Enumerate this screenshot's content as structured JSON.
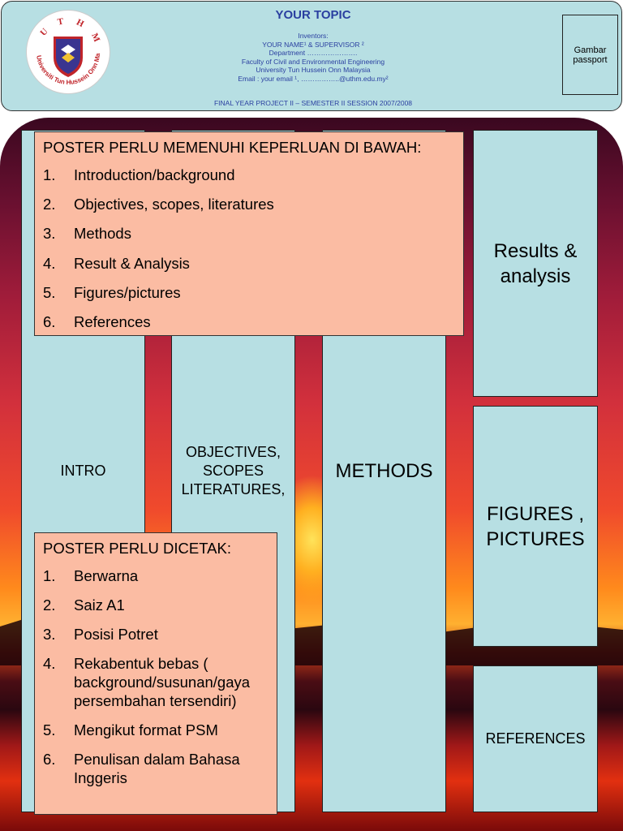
{
  "header": {
    "title": "YOUR TOPIC",
    "inventors_label": "Inventors:",
    "names": "YOUR NAME¹ & SUPERVISOR ²",
    "department": "Department ………………….",
    "faculty": "Faculty of Civil and Environmental Engineering",
    "university": "University Tun Hussein Onn Malaysia",
    "email": "Email : your email ¹, ……………..@uthm.edu.my²",
    "session": "FINAL YEAR PROJECT II – SEMESTER II SESSION 2007/2008",
    "photo_label": "Gambar passport",
    "logo": {
      "letters": "U T H M",
      "arc_text": "Universiti Tun Hussein Onn Malaysia",
      "colors": {
        "shield": "#3a3590",
        "trim": "#c0242a"
      }
    }
  },
  "sections": {
    "intro": "INTRO",
    "objectives": "OBJECTIVES, SCOPES LITERATURES,",
    "methods": "METHODS",
    "results": "Results & analysis",
    "figures": "FIGURES , PICTURES",
    "references": "REFERENCES"
  },
  "requirements": {
    "heading": "POSTER PERLU MEMENUHI KEPERLUAN DI BAWAH:",
    "items": [
      {
        "num": "1.",
        "text": "Introduction/background"
      },
      {
        "num": "2.",
        "text": "Objectives, scopes, literatures"
      },
      {
        "num": "3.",
        "text": "Methods"
      },
      {
        "num": "4.",
        "text": "Result & Analysis"
      },
      {
        "num": "5.",
        "text": "Figures/pictures"
      },
      {
        "num": "6.",
        "text": "References"
      }
    ]
  },
  "printing": {
    "heading": "POSTER PERLU DICETAK:",
    "items": [
      {
        "num": "1.",
        "text": "Berwarna"
      },
      {
        "num": "2.",
        "text": "Saiz A1"
      },
      {
        "num": "3.",
        "text": "Posisi Potret"
      },
      {
        "num": "4.",
        "text": "Rekabentuk bebas ( background/susunan/gaya persembahan tersendiri)"
      },
      {
        "num": "5.",
        "text": "Mengikut format PSM"
      },
      {
        "num": "6.",
        "text": "Penulisan dalam Bahasa Inggeris"
      }
    ]
  },
  "colors": {
    "panel": "#b7dfe3",
    "note": "#fbbca3",
    "header_text": "#2a3fa0"
  }
}
